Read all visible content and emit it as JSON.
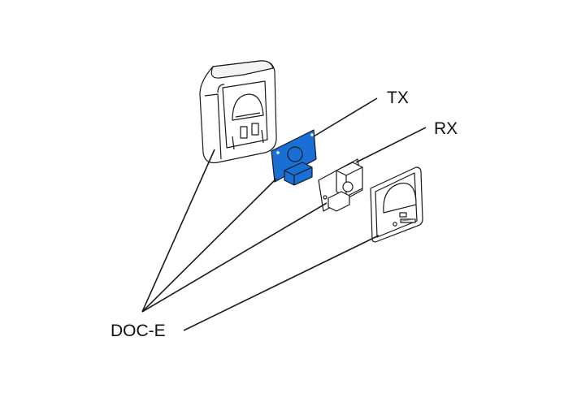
{
  "labels": {
    "tx": "TX",
    "rx": "RX",
    "doc": "DOC-E"
  },
  "colors": {
    "highlight": "#1a6fd6",
    "line": "#1a1a1a",
    "background": "#ffffff"
  },
  "parts": {
    "housing": "housing-box",
    "tx_board": "tx-board-highlighted",
    "rx_board": "rx-board",
    "cover": "front-cover-plate"
  }
}
